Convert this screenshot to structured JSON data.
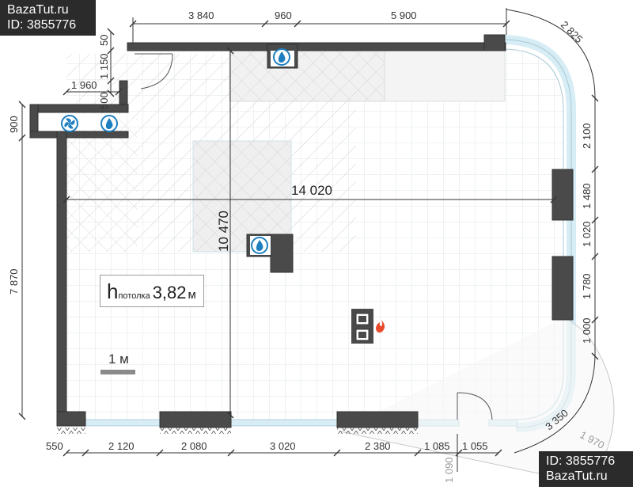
{
  "watermark": {
    "site": "BazaTut.ru",
    "id_label": "ID: 3855776"
  },
  "ceiling": {
    "symbol": "h",
    "subscript": "потолка",
    "value": "3,82",
    "unit": "м"
  },
  "scale_bar": {
    "label": "1 м"
  },
  "dimensions": {
    "top": [
      "3 840",
      "960",
      "5 900"
    ],
    "right": [
      "2 825",
      "2 100",
      "1 480",
      "1 020",
      "1 780",
      "1 000",
      "3 350",
      "1 970"
    ],
    "bottom": [
      "550",
      "2 120",
      "2 080",
      "3 020",
      "2 380",
      "1 085",
      "1 055",
      "1 090"
    ],
    "left": [
      "900",
      "7 870"
    ],
    "upper_left": [
      "50",
      "1 150",
      "500",
      "1 960"
    ],
    "interior": {
      "width": "14 020",
      "height": "10 470"
    }
  },
  "icons": [
    "water-drop-icon",
    "ventilation-fan-icon",
    "stove-icon",
    "gas-flame-icon",
    "door-icon"
  ],
  "colors": {
    "wall": "#4a4a4a",
    "window": "#d6edf6",
    "flame": "#e84a2a",
    "drop": "#1e7fc0"
  }
}
